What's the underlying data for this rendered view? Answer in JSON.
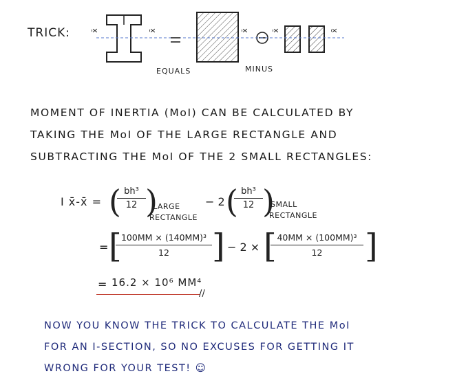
{
  "trick_label": "TRICK:",
  "equals_label": "EQUALS",
  "minus_label": "MINUS",
  "axis_label": "x̄",
  "equals_sign": "=",
  "minus_sign": "−",
  "intro": {
    "line1": "MOMENT OF INERTIA (MoI) CAN BE CALCULATED BY",
    "line2": "TAKING THE MoI OF THE LARGE RECTANGLE AND",
    "line3": "SUBTRACTING THE MoI OF THE 2 SMALL RECTANGLES:"
  },
  "equation": {
    "lhs": "I x̄-x̄ =",
    "frac1_num": "bh³",
    "frac1_den": "12",
    "large_label_1": "LARGE",
    "large_label_2": "RECTANGLE",
    "minus_two": "− 2",
    "frac2_num": "bh³",
    "frac2_den": "12",
    "small_label_1": "SMALL",
    "small_label_2": "RECTANGLE",
    "line2_eq": "=",
    "line2_num1": "100MM × (140MM)³",
    "line2_den1": "12",
    "line2_mid": "− 2 ×",
    "line2_num2": "40MM × (100MM)³",
    "line2_den2": "12",
    "result_eq": "=",
    "result": "16.2 × 10⁶ MM⁴",
    "result_mark": "//"
  },
  "closing": {
    "line1": "NOW YOU KNOW THE TRICK TO CALCULATE THE MoI",
    "line2": "FOR AN I-SECTION, SO NO EXCUSES FOR GETTING IT",
    "line3": "WRONG FOR YOUR TEST! ☺"
  },
  "colors": {
    "ink": "#1f1f1f",
    "blue_ink": "#1f2a7a",
    "underline_red": "#c0392b",
    "axis_blue": "#5577cc"
  }
}
